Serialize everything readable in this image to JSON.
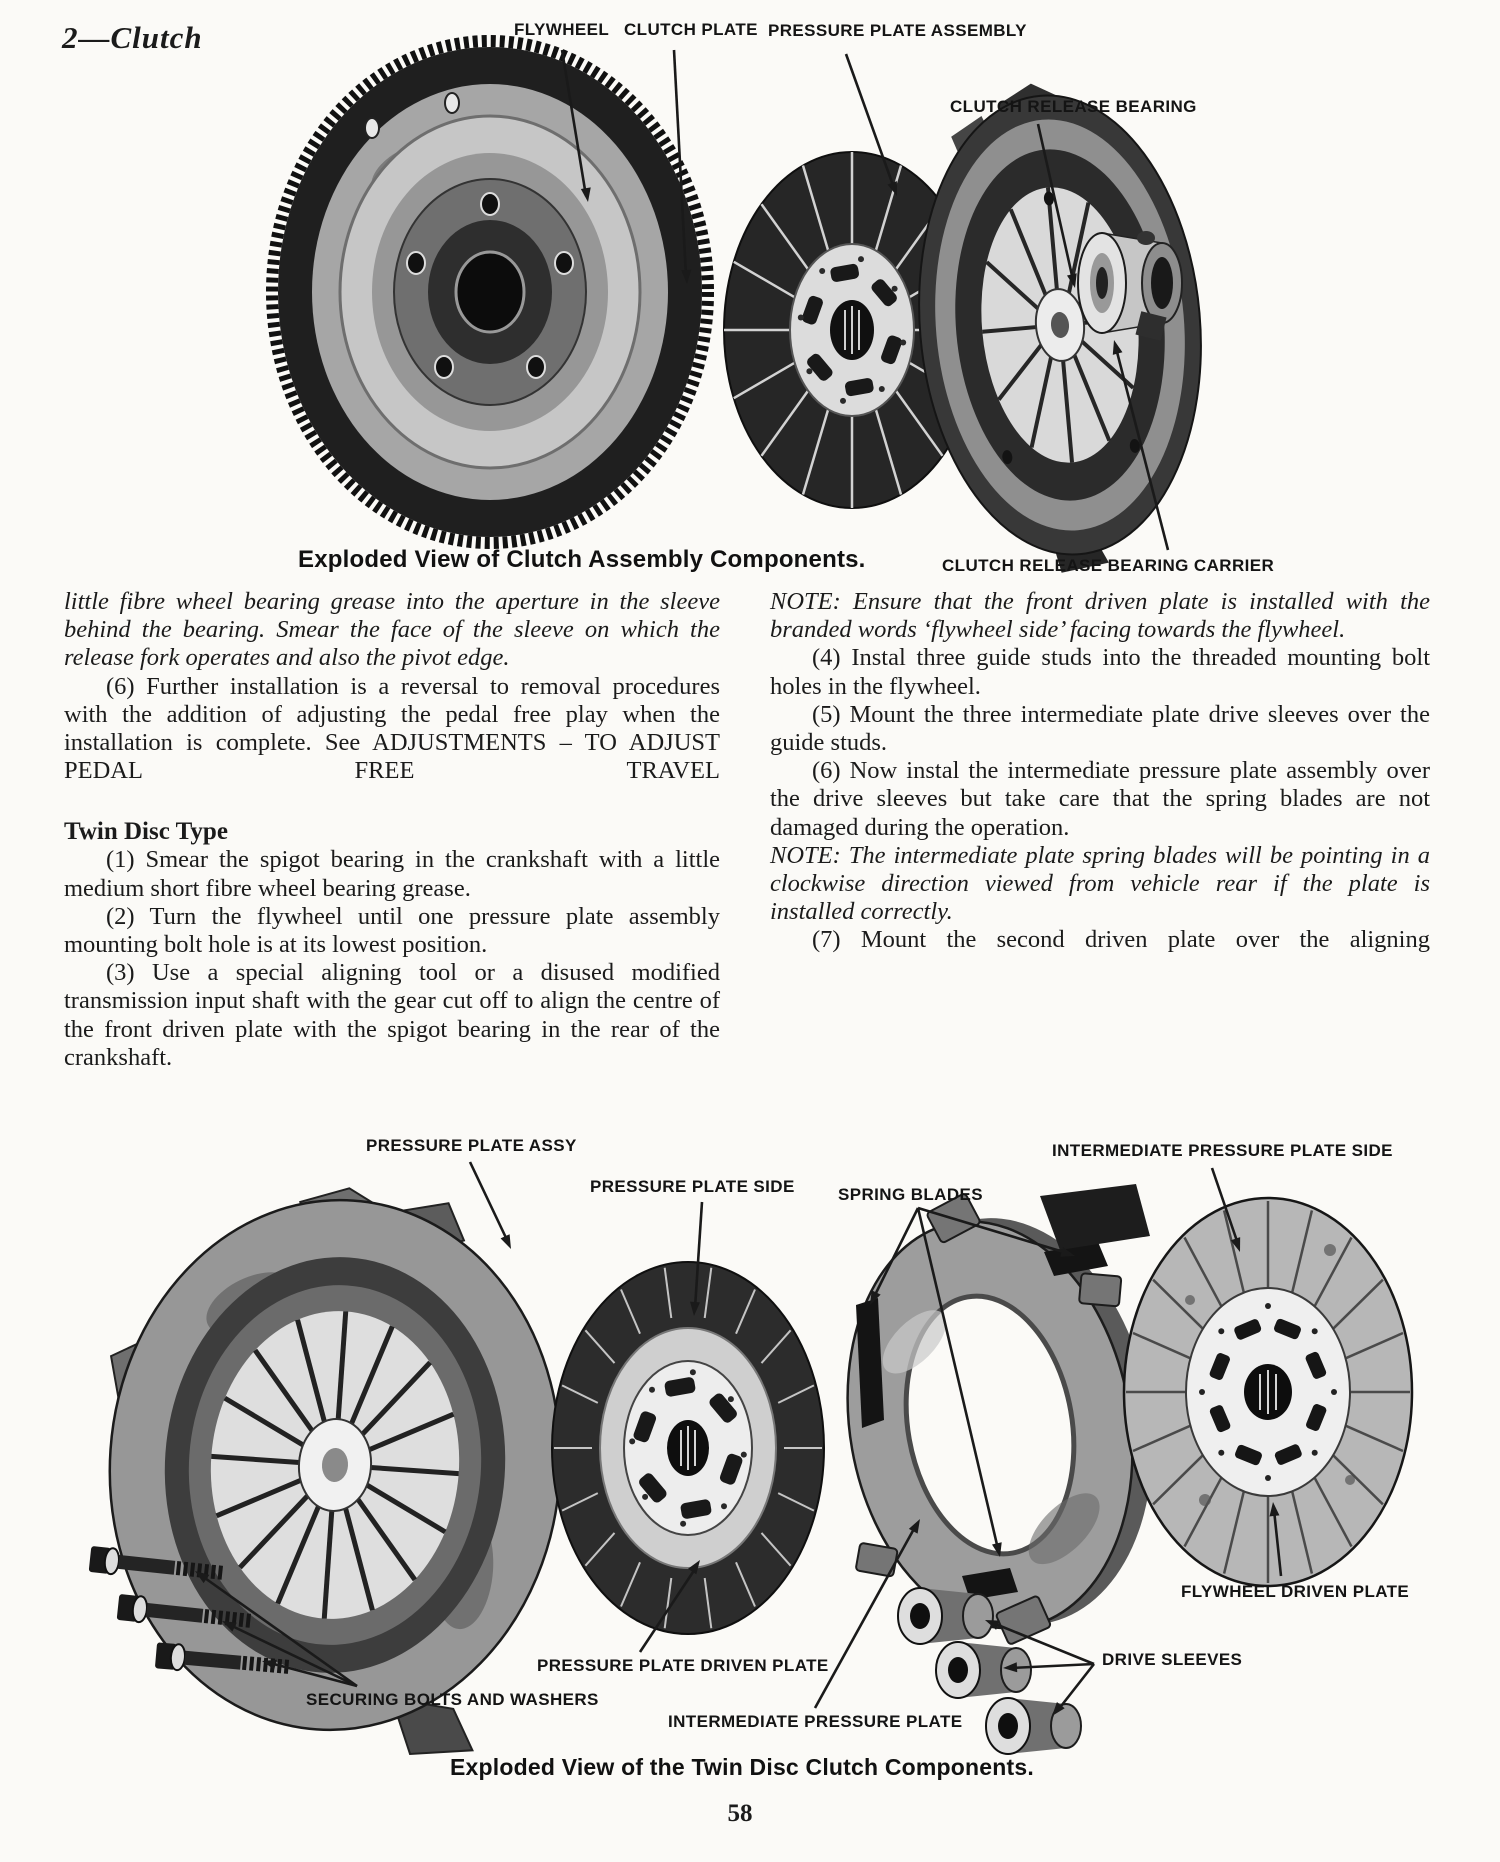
{
  "page": {
    "header": "2—Clutch",
    "number": "58",
    "ink_color": "#1a1a1a",
    "paper_color": "#fbfaf7"
  },
  "figure1": {
    "caption": "Exploded View of Clutch Assembly Components.",
    "labels": {
      "flywheel": "FLYWHEEL",
      "clutch_plate": "CLUTCH PLATE",
      "pressure_plate_assembly": "PRESSURE PLATE ASSEMBLY",
      "clutch_release_bearing": "CLUTCH RELEASE BEARING",
      "clutch_release_bearing_carrier": "CLUTCH RELEASE BEARING CARRIER"
    }
  },
  "figure2": {
    "caption": "Exploded View of the Twin Disc Clutch Components.",
    "labels": {
      "pressure_plate_assy": "PRESSURE PLATE ASSY",
      "pressure_plate_side": "PRESSURE PLATE SIDE",
      "spring_blades": "SPRING BLADES",
      "intermediate_pressure_plate_side": "INTERMEDIATE PRESSURE PLATE SIDE",
      "flywheel_driven_plate": "FLYWHEEL DRIVEN PLATE",
      "drive_sleeves": "DRIVE SLEEVES",
      "pressure_plate_driven_plate": "PRESSURE PLATE DRIVEN PLATE",
      "securing_bolts_and_washers": "SECURING BOLTS AND WASHERS",
      "intermediate_pressure_plate": "INTERMEDIATE PRESSURE PLATE"
    }
  },
  "left_column": {
    "para_continuation": "little fibre wheel bearing grease into the aperture in the sleeve behind the bearing. Smear the face of the sleeve on which the release fork operates and also the pivot edge.",
    "para_6": "(6) Further installation is a reversal to removal procedures with the addition of adjusting the pedal free play when the installation is complete. See ADJUSTMENTS – TO ADJUST PEDAL FREE TRAVEL",
    "heading": "Twin Disc Type",
    "step_1": "(1) Smear the spigot bearing in the crankshaft with a little medium short fibre wheel bearing grease.",
    "step_2": "(2) Turn the flywheel until one pressure plate assembly mounting bolt hole is at its lowest position.",
    "step_3": "(3) Use a special aligning tool or a disused modified transmission input shaft with the gear cut off to align the centre of the front driven plate with the spigot bearing in the rear of the crankshaft."
  },
  "right_column": {
    "note_1": "NOTE: Ensure that the front driven plate is installed with the branded words ‘flywheel side’ facing towards the flywheel.",
    "step_4": "(4) Instal three guide studs into the threaded mounting bolt holes in the flywheel.",
    "step_5": "(5) Mount the three intermediate plate drive sleeves over the guide studs.",
    "step_6": "(6) Now instal the intermediate pressure plate assembly over the drive sleeves but take care that the spring blades are not damaged during the operation.",
    "note_2": "NOTE: The intermediate plate spring blades will be pointing in a clockwise direction viewed from vehicle rear if the plate is installed correctly.",
    "step_7": "(7) Mount the second driven plate over the aligning"
  }
}
